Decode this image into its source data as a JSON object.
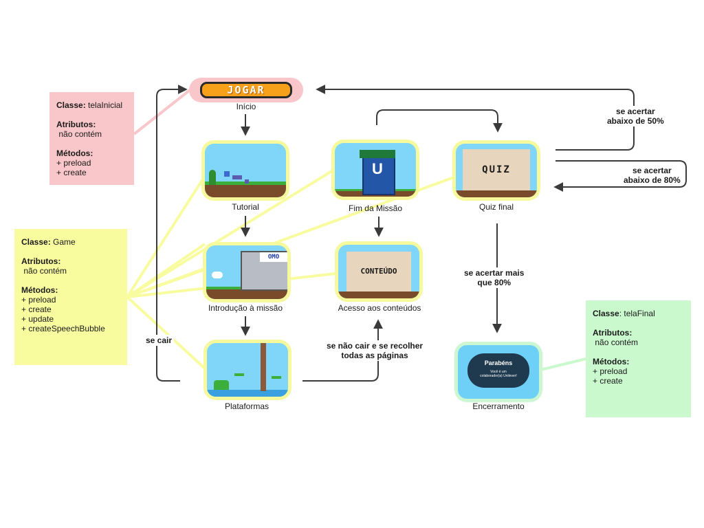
{
  "notes": {
    "telaInicial": {
      "class_label": "Classe:",
      "class_name": "telaInicial",
      "attr_label": "Atributos:",
      "attr_value": "não contém",
      "methods_label": "Métodos:",
      "methods": [
        "+ preload",
        "+ create"
      ]
    },
    "game": {
      "class_label": "Classe:",
      "class_name": "Game",
      "attr_label": "Atributos:",
      "attr_value": "não contém",
      "methods_label": "Métodos:",
      "methods": [
        "+ preload",
        "+ create",
        "+ update",
        "+ createSpeechBubble"
      ]
    },
    "telaFinal": {
      "class_label": "Classe",
      "class_name": ": telaFinal",
      "attr_label": "Atributos:",
      "attr_value": "não contém",
      "methods_label": "Métodos:",
      "methods": [
        "+ preload",
        "+ create"
      ]
    }
  },
  "nodes": {
    "inicio": {
      "label": "Início",
      "button_text": "JOGAR"
    },
    "tutorial": {
      "label": "Tutorial"
    },
    "introducao": {
      "label": "Introdução à missão",
      "sign_text": "OMO"
    },
    "plataformas": {
      "label": "Plataformas"
    },
    "fim_missao": {
      "label": "Fim da Missão"
    },
    "acesso": {
      "label": "Acesso aos conteúdos",
      "card_text": "CONTEÚDO"
    },
    "quiz": {
      "label": "Quiz final",
      "card_text": "QUIZ"
    },
    "encerramento": {
      "label": "Encerramento",
      "title": "Parabéns",
      "subtitle": "Você é um colaborador(a) Unilever!"
    }
  },
  "edges": {
    "se_cair": "se cair",
    "nao_cair": [
      "se não cair e se recolher",
      "todas as páginas"
    ],
    "abaixo_50": [
      "se acertar",
      "abaixo de 50%"
    ],
    "abaixo_80": [
      "se acertar",
      "abaixo de 80%"
    ],
    "mais_80": [
      "se acertar mais",
      "que 80%"
    ]
  },
  "colors": {
    "pink": "#f9c7c9",
    "yellow": "#f8fc9f",
    "green": "#c9f9cd",
    "arrow": "#3a3a3a",
    "sky": "#6fd0f7"
  }
}
